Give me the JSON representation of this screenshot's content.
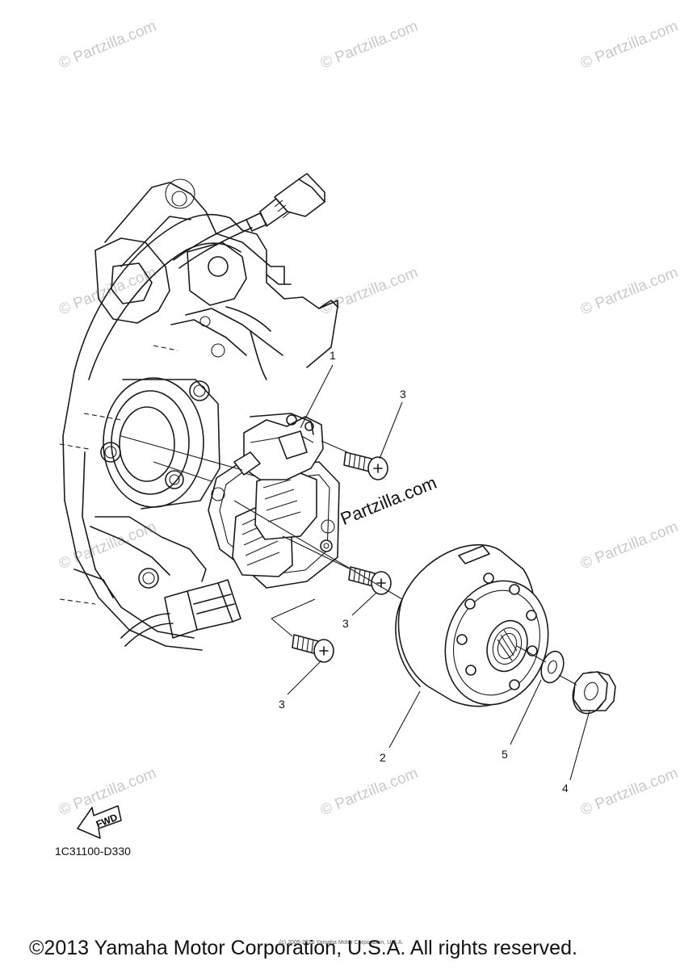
{
  "watermark": {
    "text": "© Partzilla.com"
  },
  "brand_watermark": "Partzilla.com",
  "callouts": {
    "c1": "1",
    "c2": "2",
    "c3a": "3",
    "c3b": "3",
    "c3c": "3",
    "c4": "4",
    "c5": "5"
  },
  "fwd_arrow_label": "FWD",
  "drawing_code": "1C31100-D330",
  "tiny_credit": "(c) 2005-2016 Yamaha Motor Corporation, U.S.A.",
  "copyright": "©2013 Yamaha Motor Corporation, U.S.A. All rights reserved.",
  "colors": {
    "line": "#1a1a1a",
    "watermark": "#c9c9c9",
    "background": "#ffffff"
  }
}
